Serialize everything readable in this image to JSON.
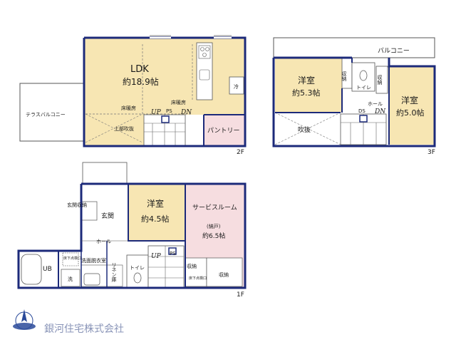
{
  "colors": {
    "wall": "#1c2a7a",
    "ldk_fill": "#f7e6b3",
    "room_fill": "#f7e6b3",
    "pink_fill": "#f6dde0",
    "line": "#555555",
    "logo_blue": "#2a4a9a"
  },
  "floor2": {
    "label": "2F",
    "ldk_title": "LDK",
    "ldk_area": "約18.9帖",
    "floor_heating_1": "床暖房",
    "floor_heating_2": "床暖房",
    "upper_void": "上部吹抜",
    "terrace": "テラスバルコニー",
    "pantry": "パントリー",
    "fridge": "冷",
    "ps": "PS",
    "up": "UP",
    "dn": "DN"
  },
  "floor3": {
    "label": "3F",
    "balcony": "バルコニー",
    "room1_title": "洋室",
    "room1_area": "約5.3帖",
    "room2_title": "洋室",
    "room2_area": "約5.0帖",
    "storage1": "収納",
    "storage2": "収納",
    "toilet": "トイレ",
    "hall": "ホール",
    "ds": "DS",
    "dn": "DN",
    "void": "吹抜"
  },
  "floor1": {
    "label": "1F",
    "entrance_storage": "玄関収納",
    "entrance": "玄関",
    "hall": "ホール",
    "room_title": "洋室",
    "room_area": "約4.5帖",
    "service_title": "サービスルーム",
    "service_sub": "(納戸)",
    "service_area": "約6.5帖",
    "ub": "UB",
    "floor_inspect_1": "床下点検口",
    "floor_inspect_2": "床下点検口",
    "washroom": "洗面脱衣室",
    "wash": "洗",
    "linen": "リネン庫",
    "toilet": "トイレ",
    "up": "UP",
    "ps": "PS",
    "storage1": "収納",
    "storage2": "収納"
  },
  "company": "銀河住宅株式会社",
  "compass_icon": "north-arrow-icon"
}
